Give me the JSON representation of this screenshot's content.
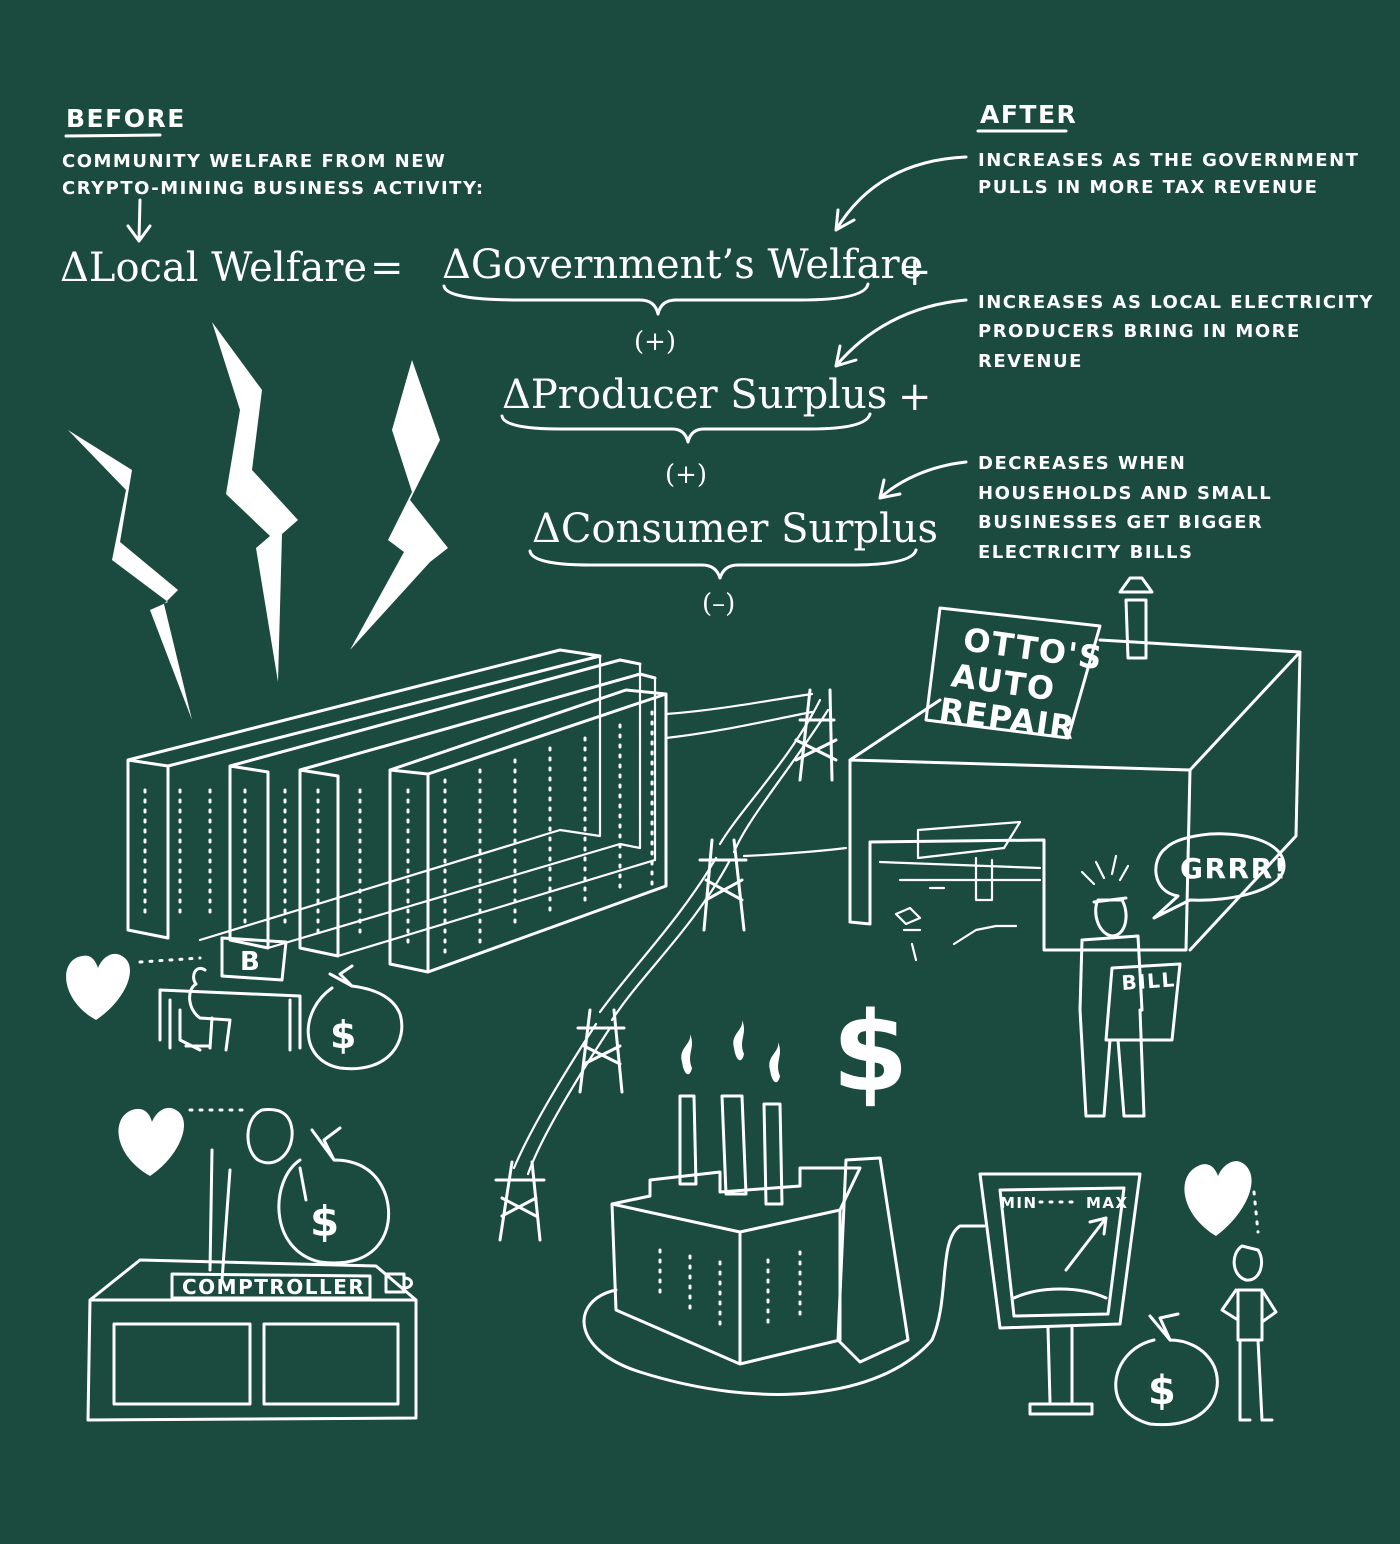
{
  "before": {
    "heading": "BEFORE",
    "line1": "COMMUNITY WELFARE FROM NEW",
    "line2": "CRYPTO-MINING BUSINESS ACTIVITY:"
  },
  "after": {
    "heading": "AFTER"
  },
  "equation": {
    "delta": "Δ",
    "local_welfare": "Local Welfare",
    "equals": "=",
    "government_welfare": "Government’s Welfare",
    "producer_surplus": "Producer Surplus",
    "consumer_surplus": "Consumer Surplus",
    "plus": "+",
    "sign_government": "(+)",
    "sign_producer": "(+)",
    "sign_consumer": "(–)"
  },
  "notes": {
    "government": [
      "INCREASES AS THE GOVERNMENT",
      "PULLS IN MORE TAX REVENUE"
    ],
    "producer": [
      "INCREASES AS LOCAL ELECTRICITY",
      "PRODUCERS BRING IN MORE",
      "REVENUE"
    ],
    "consumer": [
      "DECREASES WHEN",
      "HOUSEHOLDS AND SMALL",
      "BUSINESSES GET BIGGER",
      "ELECTRICITY BILLS"
    ]
  },
  "illustration": {
    "shop_sign": [
      "OTTO'S",
      "AUTO",
      "REPAIR"
    ],
    "speech": "GRRR!",
    "bill": "BILL",
    "bitcoin": "B",
    "comptroller": "COMPTROLLER",
    "dollar": "$",
    "meter_min": "MIN",
    "meter_max": "MAX"
  },
  "colors": {
    "background": "#1b4a3e",
    "chalk": "#ffffff"
  }
}
